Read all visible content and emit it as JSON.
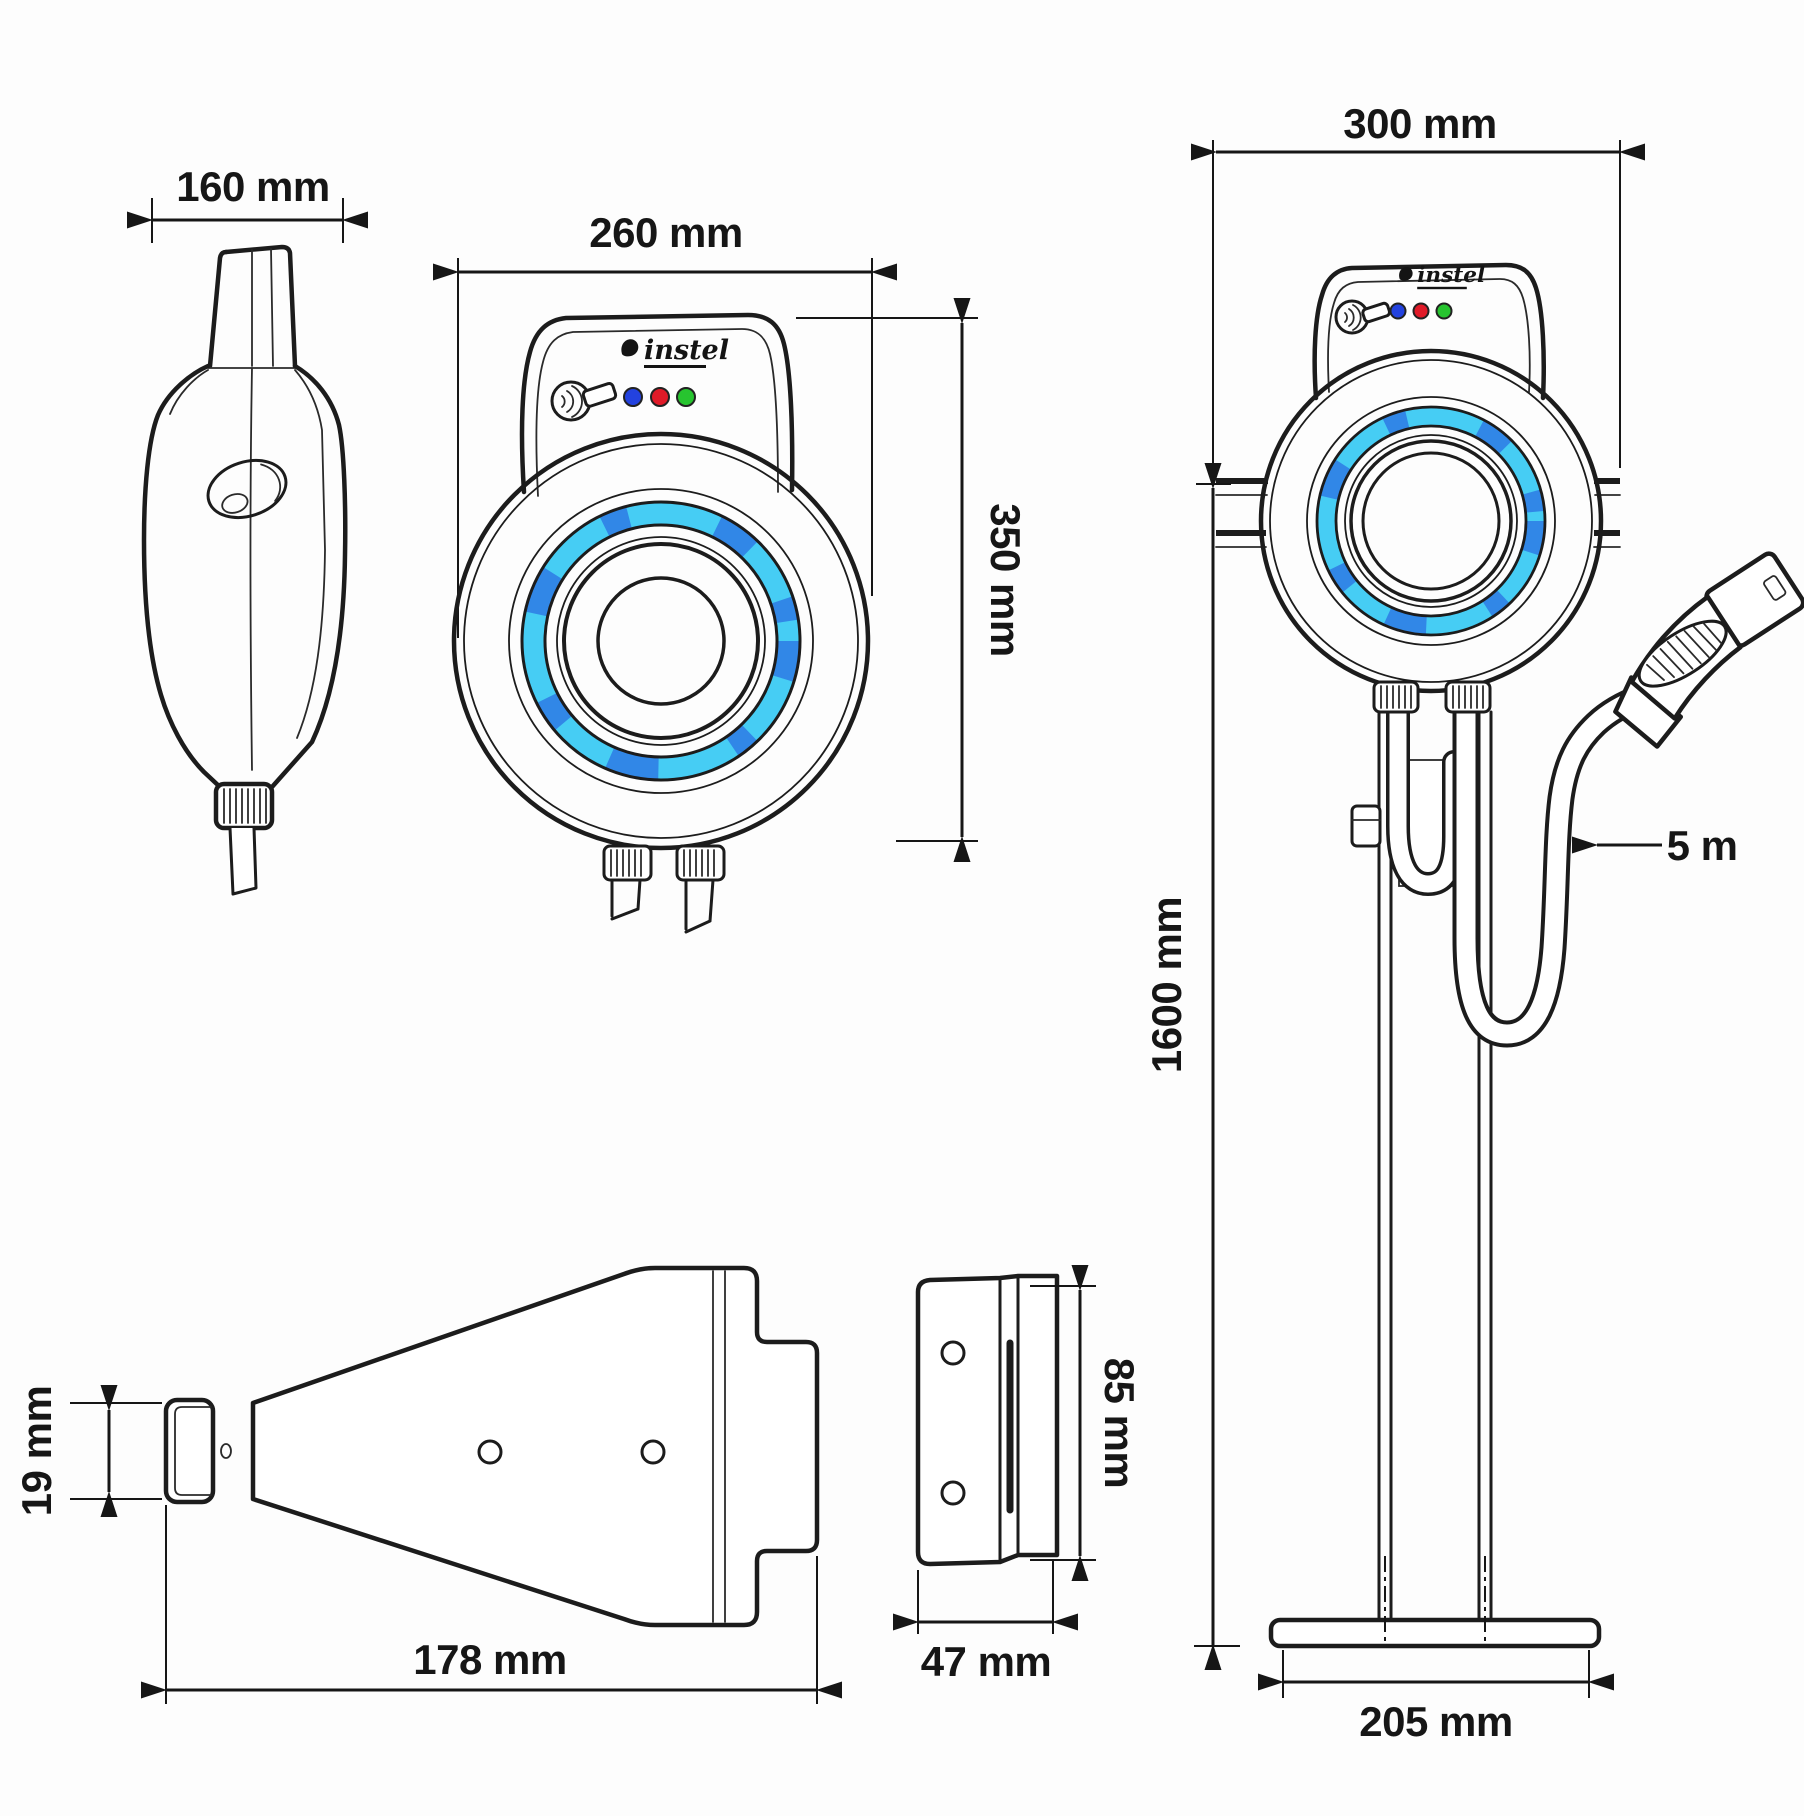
{
  "logo": {
    "text": "instel"
  },
  "dimensions": {
    "side_width": "160 mm",
    "front_width": "260 mm",
    "front_height": "350 mm",
    "stand_width": "300 mm",
    "stand_height": "1600 mm",
    "cable_length": "5 m",
    "base_width": "205 mm",
    "plate_thickness": "19 mm",
    "plate_length": "178 mm",
    "bracket_height": "85 mm",
    "bracket_depth": "47 mm"
  },
  "leds": [
    {
      "name": "blue",
      "color": "#2342df"
    },
    {
      "name": "red",
      "color": "#e01a28"
    },
    {
      "name": "green",
      "color": "#27c42f"
    }
  ],
  "colors": {
    "line": "#1c1c1c",
    "ring_cyan": "#46cdf4",
    "ring_blue": "#1b41d9"
  }
}
